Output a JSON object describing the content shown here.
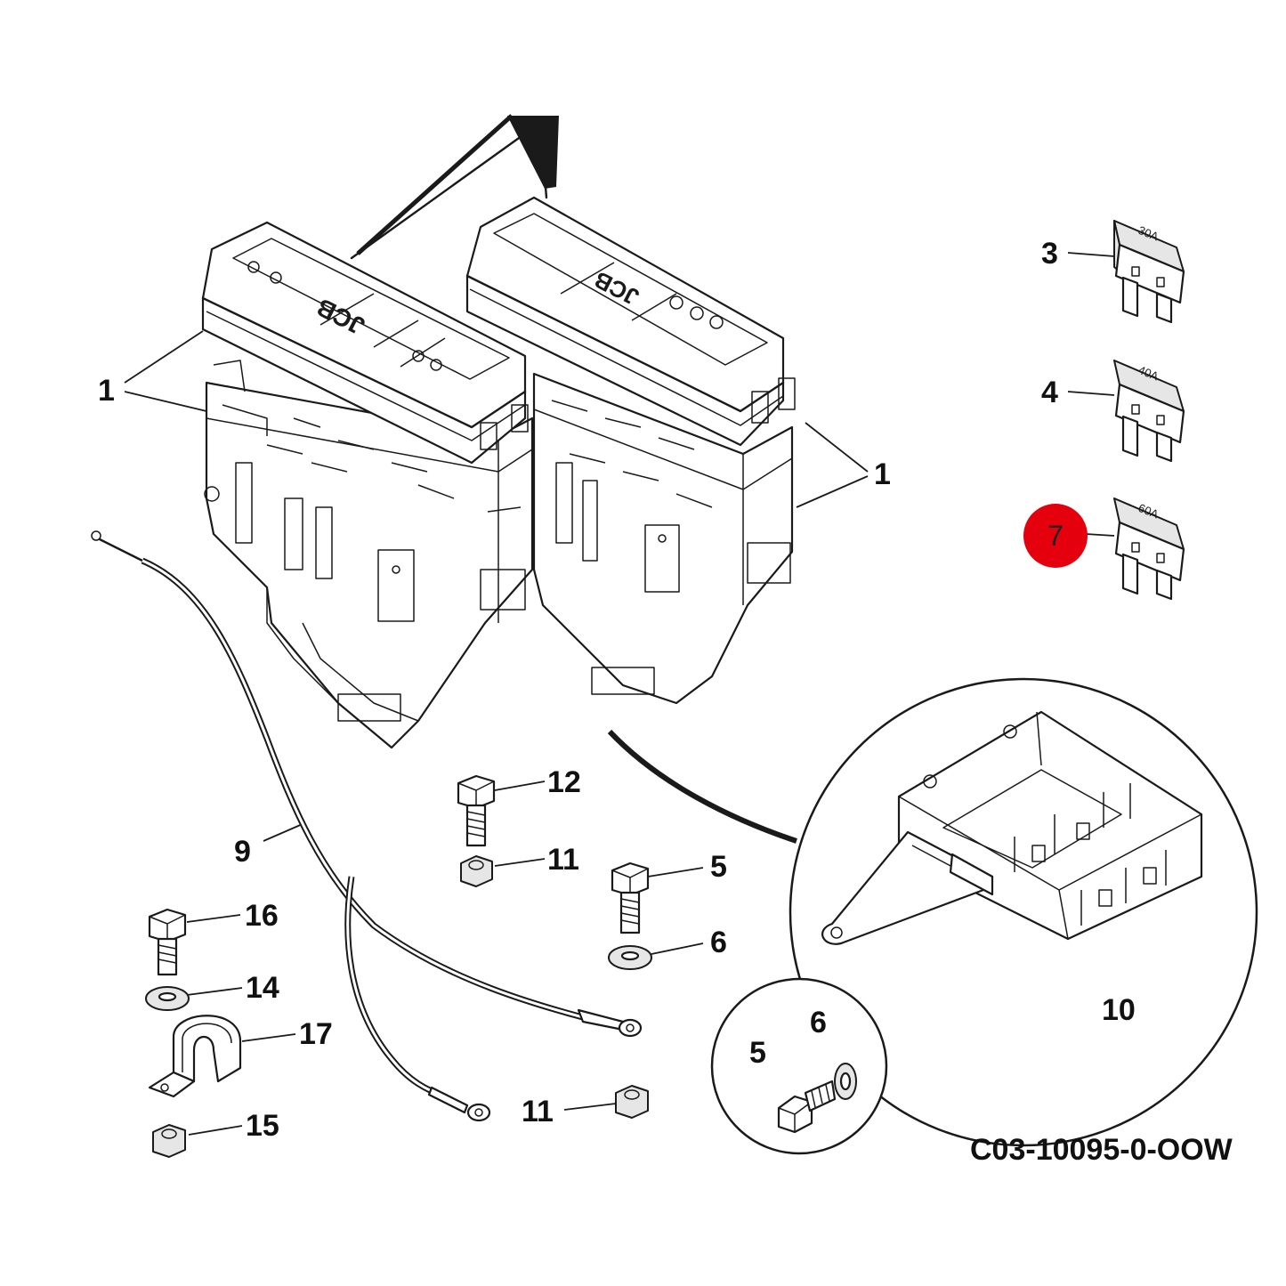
{
  "diagram": {
    "drawing_code": "C03-10095-0-OOW",
    "highlight_color": "#e5000e",
    "callouts": {
      "fusebox_left": "1",
      "fusebox_right": "1",
      "fuse_top": "3",
      "fuse_middle": "4",
      "fuse_bottom_highlighted": "7",
      "bolt_12": "12",
      "nut_11_upper": "11",
      "bolt_5_main": "5",
      "washer_6_main": "6",
      "cable_9": "9",
      "bracket_10": "10",
      "bolt_16": "16",
      "washer_14": "14",
      "clip_17": "17",
      "nut_15": "15",
      "nut_11_lower": "11",
      "detail_bolt_5": "5",
      "detail_washer_6": "6"
    },
    "fuse_ratings": {
      "top": "30A",
      "middle": "40A",
      "bottom": "60A"
    },
    "label_brand": "JCB"
  }
}
